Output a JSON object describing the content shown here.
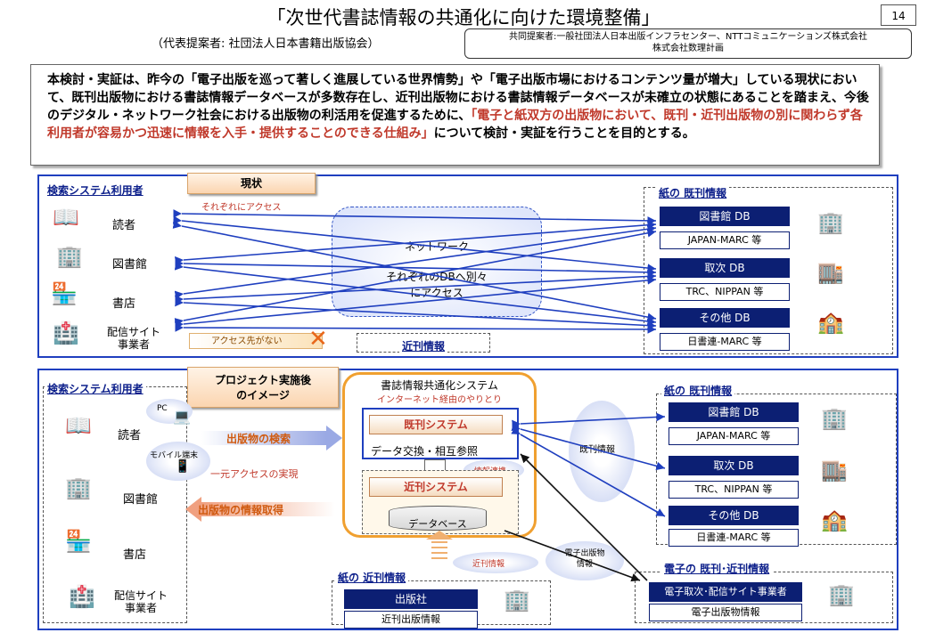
{
  "header": {
    "title": "「次世代書誌情報の共通化に向けた環境整備」",
    "presenter": "（代表提案者: 社団法人日本書籍出版協会）",
    "co_proposers_line1": "共同提案者:一般社団法人日本出版インフラセンター、NTTコミュニケーションズ株式会社",
    "co_proposers_line2": "株式会社数理計画",
    "page_number": "14"
  },
  "intro": {
    "text1": "本検討・実証は、昨今の「電子出版を巡って著しく進展している世界情勢」や「電子出版市場におけるコンテンツ量が増大」している現状において、既刊出版物における書誌情報データベースが多数存在し、近刊出版物における書誌情報データベースが未確立の状態にあることを踏まえ、今後のデジタル・ネットワーク社会における出版物の利活用を促進するために、",
    "text_red": "「電子と紙双方の出版物において、既刊・近刊出版物の別に関わらず各利用者が容易かつ迅速に情報を入手・提供することのできる仕組み」",
    "text2": "について検討・実証を行うことを目的とする。"
  },
  "current": {
    "tag": "現状",
    "users_label": "検索システム利用者",
    "users": [
      "読者",
      "図書館",
      "書店",
      "配信サイト\n事業者"
    ],
    "each_access": "それぞれにアクセス",
    "cloud_line1": "ネットワーク",
    "cloud_line2": "それぞれのDBへ別々",
    "cloud_line3": "にアクセス",
    "no_access": "アクセス先がない",
    "cross": "✕",
    "upcoming_info": "近刊情報",
    "paper_label": "紙の 既刊情報",
    "dbs": [
      {
        "name": "図書館 DB",
        "sub": "JAPAN-MARC 等"
      },
      {
        "name": "取次 DB",
        "sub": "TRC、NIPPAN 等"
      },
      {
        "name": "その他 DB",
        "sub": "日書連-MARC 等"
      }
    ]
  },
  "future": {
    "tag_line1": "プロジェクト実施後",
    "tag_line2": "のイメージ",
    "users_label": "検索システム利用者",
    "users": [
      "読者",
      "図書館",
      "書店",
      "配信サイト\n事業者"
    ],
    "pc": "PC",
    "mobile": "モバイル端末",
    "search": "出版物の検索",
    "unified": "一元アクセスの実現",
    "acquire": "出版物の情報取得",
    "system_title": "書誌情報共通化システム",
    "system_sub": "インターネット経由のやりとり",
    "published_system": "既刊システム",
    "exchange": "データ交換・相互参照",
    "info_link": "情報連携",
    "upcoming_system": "近刊システム",
    "database": "データベース",
    "published_info": "既刊情報",
    "ebook_info": "電子出版物\n情報",
    "upcoming_info_arrow": "近刊情報",
    "paper_upcoming_label": "紙の 近刊情報",
    "publisher": "出版社",
    "publisher_sub": "近刊出版情報",
    "paper_label": "紙の 既刊情報",
    "dbs": [
      {
        "name": "図書館 DB",
        "sub": "JAPAN-MARC 等"
      },
      {
        "name": "取次 DB",
        "sub": "TRC、NIPPAN 等"
      },
      {
        "name": "その他 DB",
        "sub": "日書連-MARC 等"
      }
    ],
    "electronic_label": "電子の 既刊･近刊情報",
    "electronic_head": "電子取次･配信サイト事業者",
    "electronic_sub": "電子出版物情報"
  },
  "icons": {
    "reader": "reader-icon",
    "library": "library-building-icon",
    "bookstore": "bookstore-icon",
    "distributor": "distribution-site-icon",
    "building": "building-icon",
    "computer": "pc-icon",
    "mobile": "mobile-phone-icon"
  },
  "colors": {
    "accent_blue": "#1f3fbf",
    "navy": "#0c1f73",
    "red": "#c0392b",
    "orange": "#f0a030"
  }
}
